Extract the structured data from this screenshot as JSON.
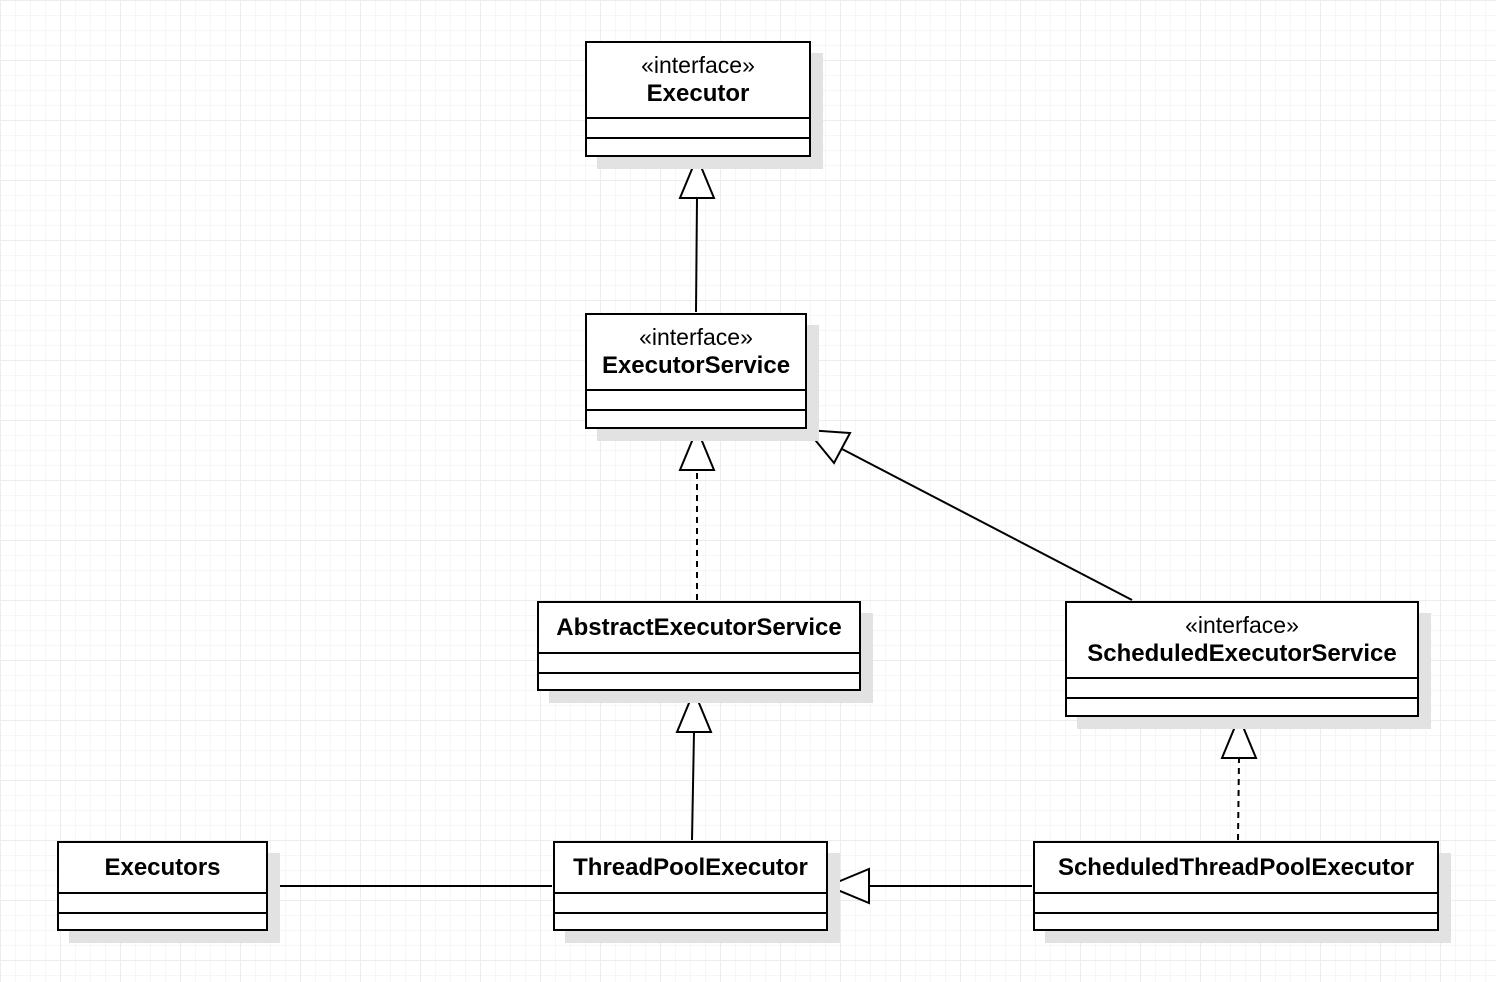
{
  "classes": {
    "executor": {
      "stereotype": "«interface»",
      "name": "Executor"
    },
    "executor_service": {
      "stereotype": "«interface»",
      "name": "ExecutorService"
    },
    "abstract_executor_service": {
      "name": "AbstractExecutorService"
    },
    "scheduled_executor_service": {
      "stereotype": "«interface»",
      "name": "ScheduledExecutorService"
    },
    "executors": {
      "name": "Executors"
    },
    "thread_pool_executor": {
      "name": "ThreadPoolExecutor"
    },
    "scheduled_thread_pool_executor": {
      "name": "ScheduledThreadPoolExecutor"
    }
  },
  "relations": [
    {
      "from": "ExecutorService",
      "to": "Executor",
      "kind": "generalization"
    },
    {
      "from": "AbstractExecutorService",
      "to": "ExecutorService",
      "kind": "realization"
    },
    {
      "from": "ScheduledExecutorService",
      "to": "ExecutorService",
      "kind": "generalization"
    },
    {
      "from": "ThreadPoolExecutor",
      "to": "AbstractExecutorService",
      "kind": "generalization"
    },
    {
      "from": "ScheduledThreadPoolExecutor",
      "to": "ScheduledExecutorService",
      "kind": "realization"
    },
    {
      "from": "ScheduledThreadPoolExecutor",
      "to": "ThreadPoolExecutor",
      "kind": "generalization"
    },
    {
      "from": "Executors",
      "to": "ThreadPoolExecutor",
      "kind": "association"
    }
  ]
}
